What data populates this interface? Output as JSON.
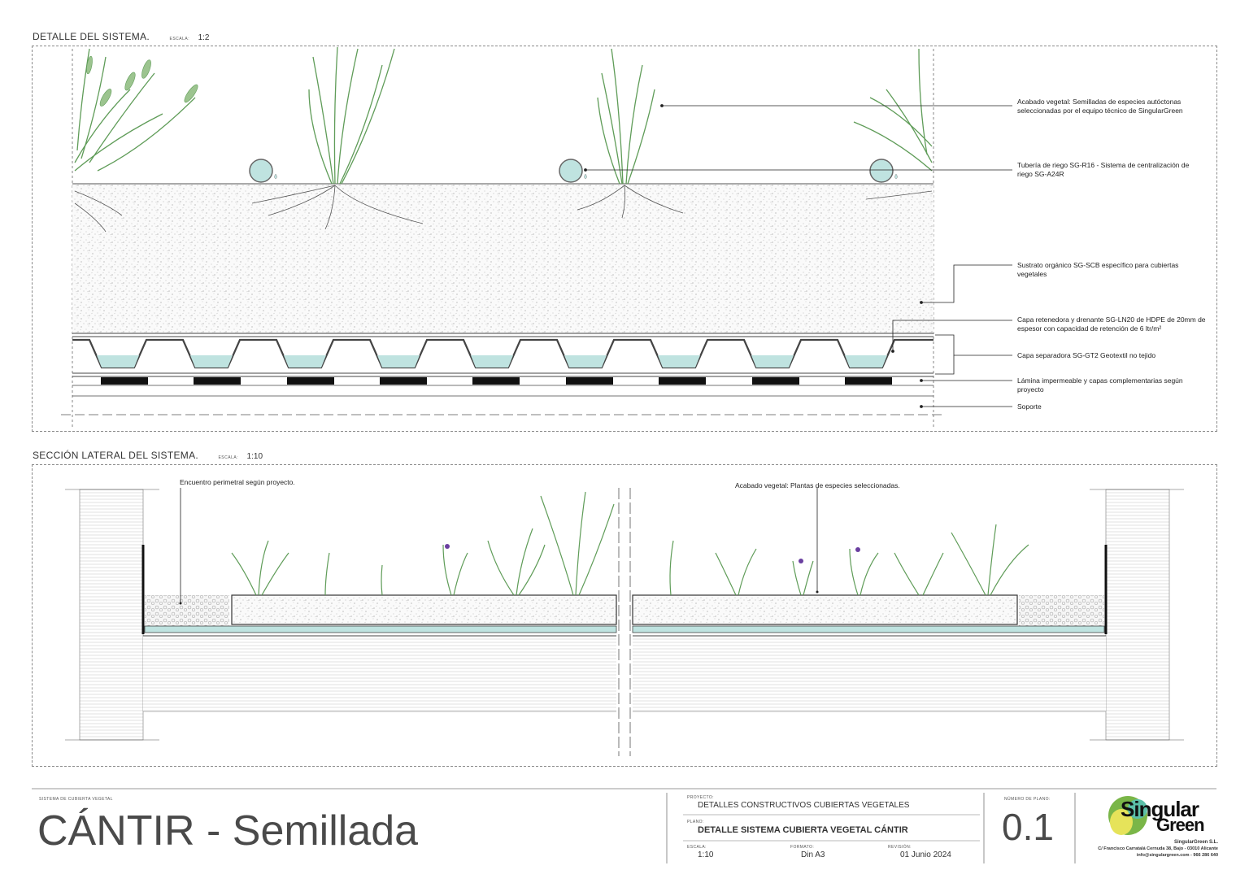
{
  "detail": {
    "title": "DETALLE DEL SISTEMA.",
    "scale_label": "ESCALA:",
    "scale_value": "1:2",
    "labels": [
      "Acabado vegetal: Semilladas de especies autóctonas seleccionadas por el equipo técnico de SingularGreen",
      "Tubería de riego SG-R16 - Sistema de centralización de riego SG-A24R",
      "Sustrato orgánico SG-SCB específico para cubiertas vegetales",
      "Capa retenedora y drenante SG-LN20 de HDPE de 20mm de espesor con capacidad de retención de 6 ltr/m²",
      "Capa separadora SG-GT2 Geotextil no tejido",
      "Lámina impermeable y capas complementarias según proyecto",
      "Soporte"
    ]
  },
  "section": {
    "title": "SECCIÓN LATERAL DEL SISTEMA.",
    "scale_label": "ESCALA:",
    "scale_value": "1:10",
    "label_perimeter": "Encuentro perimetral según proyecto.",
    "label_vegetal": "Acabado vegetal: Plantas de especies seleccionadas."
  },
  "title_block": {
    "system_label": "SISTEMA DE CUBIERTA VEGETAL",
    "system_name": "CÁNTIR - Semillada",
    "project_label": "PROYECTO:",
    "project": "DETALLES CONSTRUCTIVOS CUBIERTAS VEGETALES",
    "plan_label": "PLANO:",
    "plan": "DETALLE SISTEMA CUBIERTA VEGETAL CÁNTIR",
    "scale_label": "ESCALA:",
    "scale": "1:10",
    "format_label": "FORMATO:",
    "format": "Din A3",
    "revision_label": "REVISIÓN:",
    "revision": "01 Junio 2024",
    "plan_number_label": "NÚMERO DE PLANO:",
    "plan_number": "0.1",
    "logo_text_1": "Singular",
    "logo_text_2": "Green",
    "company": "SingularGreen S.L.",
    "address": "C/ Francisco Carratalá Cernuda 38, Bajo - 03010 Alicante",
    "contact": "info@singulargreen.com - 966 286 640"
  },
  "colors": {
    "water": "#bfe3e0",
    "plant_green": "#5f9c58",
    "plant_light": "#9cc48f",
    "logo_green": "#7ab648",
    "logo_yellow": "#e6e35a",
    "logo_teal": "#5bbfa8"
  }
}
